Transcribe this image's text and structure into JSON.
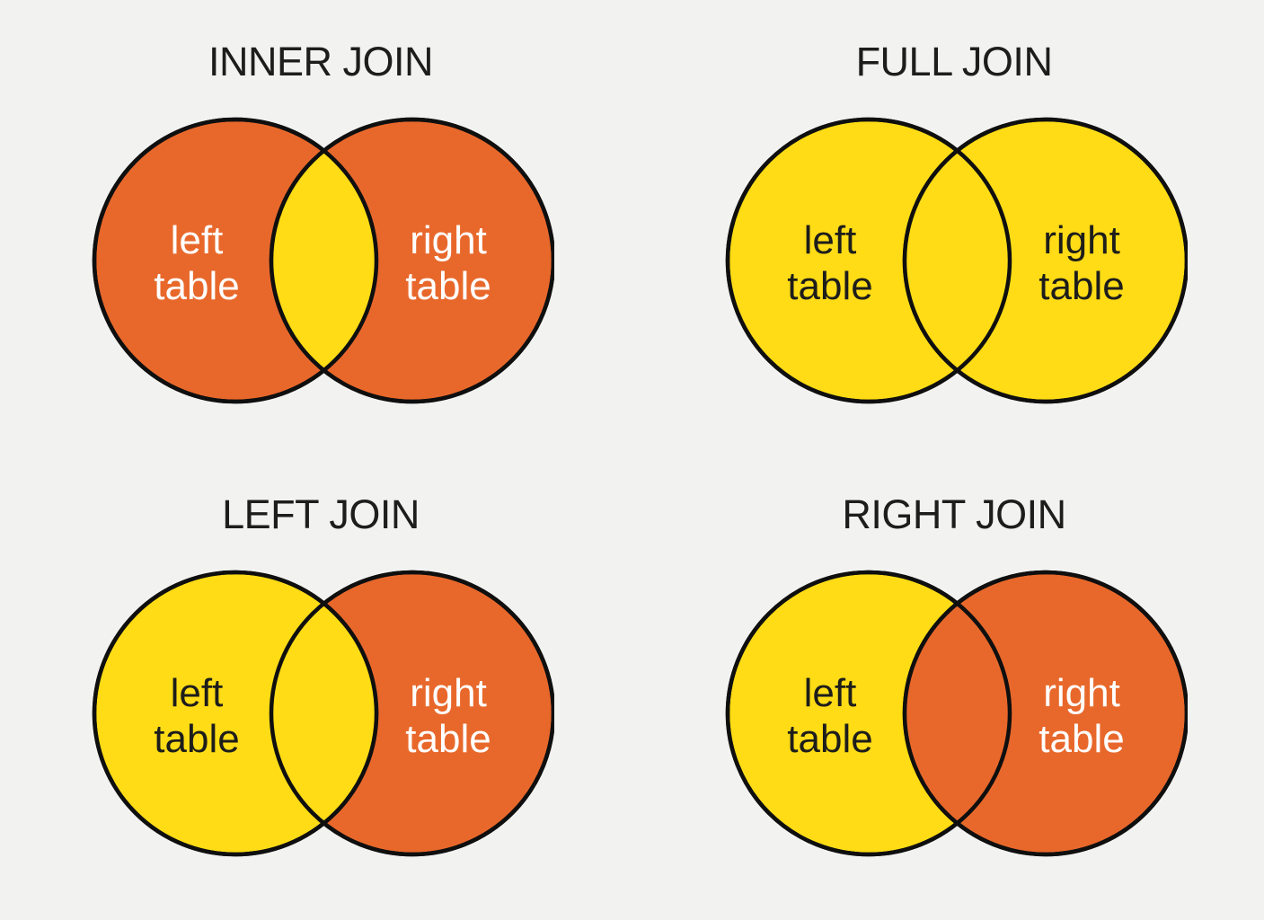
{
  "page": {
    "background": "#f2f2f1"
  },
  "style": {
    "stroke_color": "#0f0f0f",
    "title_color": "#1d1d1b",
    "orange": "#e8682b",
    "yellow": "#ffdc15"
  },
  "diagrams": [
    {
      "key": "inner-join",
      "title": "INNER JOIN",
      "left_fill": "#e8682b",
      "right_fill": "#e8682b",
      "intersection_fill": "#ffdc15",
      "left_label": {
        "line1": "left",
        "line2": "table",
        "color": "#ffffff"
      },
      "right_label": {
        "line1": "right",
        "line2": "table",
        "color": "#ffffff"
      }
    },
    {
      "key": "full-join",
      "title": "FULL JOIN",
      "left_fill": "#ffdc15",
      "right_fill": "#ffdc15",
      "intersection_fill": "#ffdc15",
      "left_label": {
        "line1": "left",
        "line2": "table",
        "color": "#1d1d1b"
      },
      "right_label": {
        "line1": "right",
        "line2": "table",
        "color": "#1d1d1b"
      }
    },
    {
      "key": "left-join",
      "title": "LEFT JOIN",
      "left_fill": "#ffdc15",
      "right_fill": "#e8682b",
      "intersection_fill": "#ffdc15",
      "left_label": {
        "line1": "left",
        "line2": "table",
        "color": "#1d1d1b"
      },
      "right_label": {
        "line1": "right",
        "line2": "table",
        "color": "#ffffff"
      }
    },
    {
      "key": "right-join",
      "title": "RIGHT JOIN",
      "left_fill": "#ffdc15",
      "right_fill": "#e8682b",
      "intersection_fill": "#e8682b",
      "left_label": {
        "line1": "left",
        "line2": "table",
        "color": "#1d1d1b"
      },
      "right_label": {
        "line1": "right",
        "line2": "table",
        "color": "#ffffff"
      }
    }
  ]
}
